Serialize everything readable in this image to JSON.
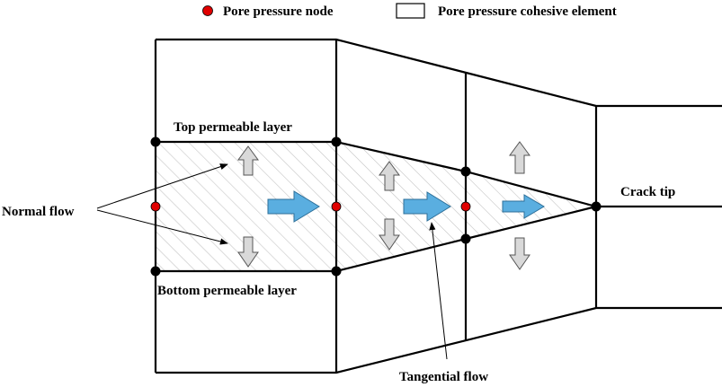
{
  "legend": {
    "node_label": "Pore pressure node",
    "element_label": "Pore pressure cohesive element"
  },
  "labels": {
    "top_layer": "Top permeable layer",
    "bottom_layer": "Bottom permeable layer",
    "normal_flow": "Normal flow",
    "tangential_flow": "Tangential flow",
    "crack_tip": "Crack tip"
  },
  "colors": {
    "node_black": "#000000",
    "node_red": "#e00000",
    "tangential_arrow": "#5aaee0",
    "normal_arrow": "#d9d9d9",
    "hatch": "#bdbdbd"
  }
}
